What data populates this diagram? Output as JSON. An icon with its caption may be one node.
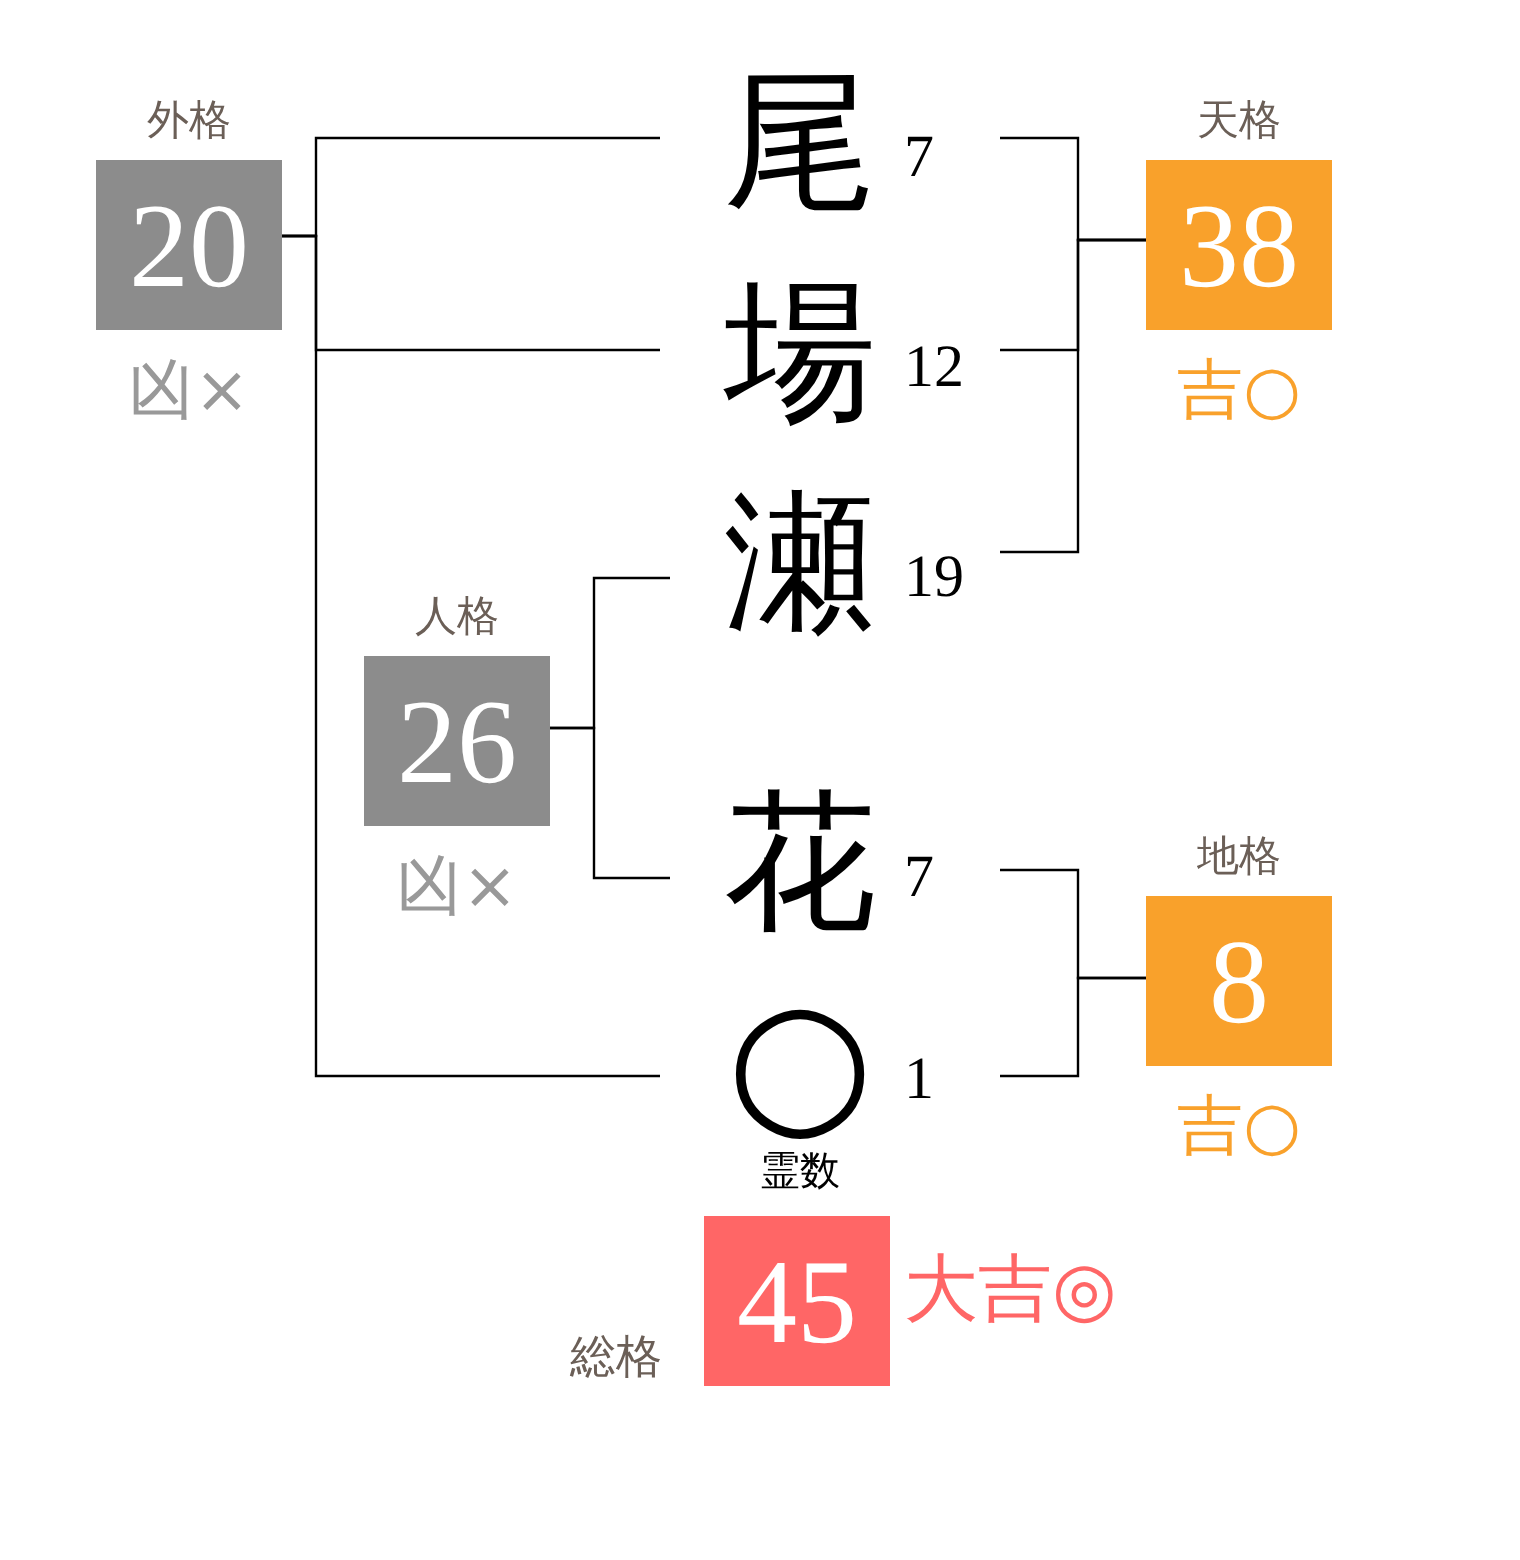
{
  "diagram": {
    "nodes": [
      {
        "text": [
          "外格",
          "20"
        ],
        "beside": [
          "凶×"
        ]
      },
      {
        "text": [
          "尾"
        ],
        "beside": [
          "7"
        ]
      },
      {
        "text": [
          "天格",
          "38"
        ],
        "beside": [
          "吉○"
        ]
      },
      {
        "text": [
          "場"
        ],
        "beside": [
          "12"
        ]
      },
      {
        "text": [
          "瀬"
        ],
        "beside": [
          "19"
        ]
      },
      {
        "text": [
          "人格",
          "26"
        ],
        "beside": [
          "凶×"
        ]
      },
      {
        "text": [
          "花"
        ],
        "beside": [
          "7"
        ]
      },
      {
        "text": [
          "地格",
          "8"
        ],
        "beside": [
          "吉○"
        ]
      },
      {
        "text": [
          "○"
        ],
        "beside": [
          "1",
          "霊数"
        ]
      },
      {
        "text": [
          "総格",
          "45"
        ],
        "beside": [
          "大吉◎"
        ]
      }
    ],
    "edges": [
      {
        "from": 1,
        "to": 0,
        "arrow": "none"
      },
      {
        "from": 3,
        "to": 0,
        "arrow": "none"
      },
      {
        "from": 8,
        "to": 0,
        "arrow": "none"
      },
      {
        "from": 1,
        "to": 2,
        "arrow": "none"
      },
      {
        "from": 3,
        "to": 2,
        "arrow": "none"
      },
      {
        "from": 4,
        "to": 2,
        "arrow": "none"
      },
      {
        "from": 4,
        "to": 5,
        "arrow": "none"
      },
      {
        "from": 6,
        "to": 5,
        "arrow": "none"
      },
      {
        "from": 6,
        "to": 7,
        "arrow": "none"
      },
      {
        "from": 8,
        "to": 7,
        "arrow": "none"
      }
    ]
  }
}
